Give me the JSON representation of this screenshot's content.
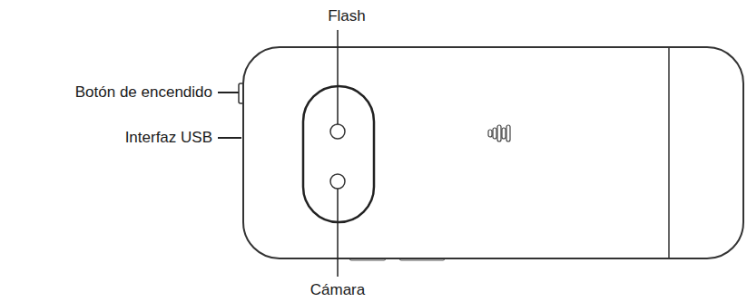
{
  "diagram": {
    "labels": [
      "Flash",
      "Botón de encendido",
      "Interfaz USB",
      "Cámara"
    ]
  }
}
